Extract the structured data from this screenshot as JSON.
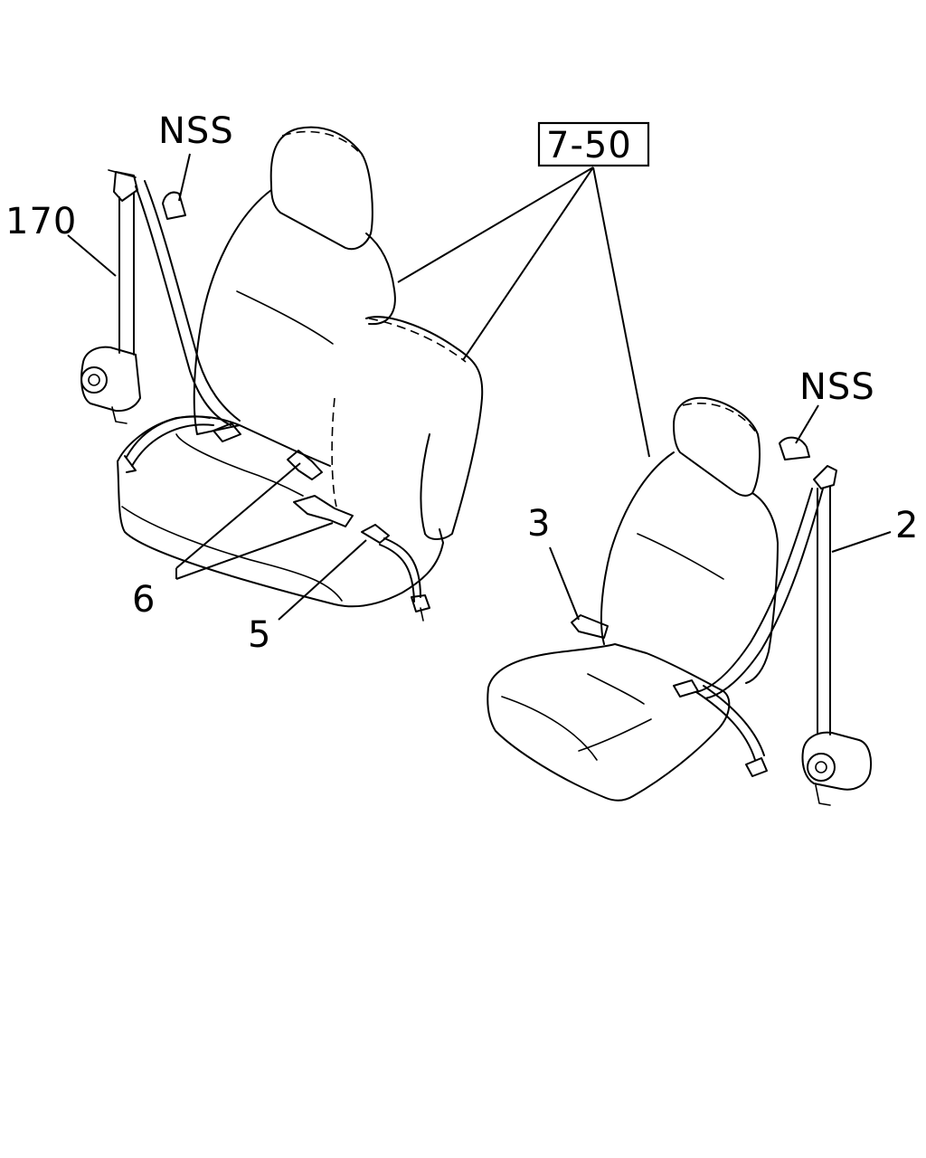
{
  "labels": {
    "nss_left": "NSS",
    "ref_box": "7-50",
    "part_170": "170",
    "nss_right": "NSS",
    "part_3": "3",
    "part_2": "2",
    "part_6": "6",
    "part_5": "5"
  }
}
